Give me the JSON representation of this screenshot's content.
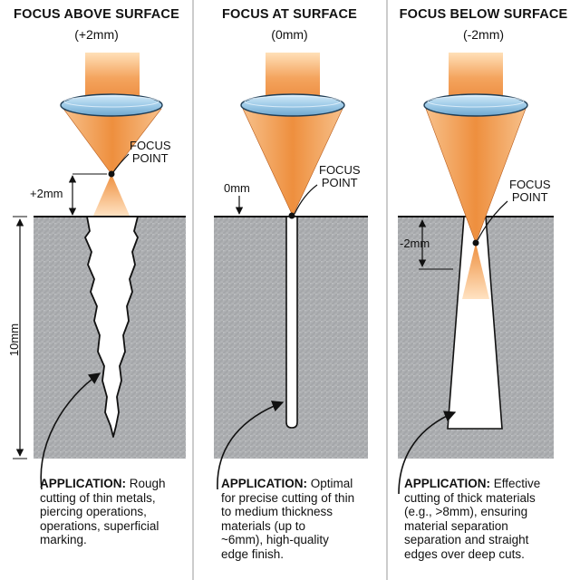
{
  "panels": [
    {
      "title": "FOCUS ABOVE SURFACE",
      "subtitle": "(+2mm)",
      "focus_label_line1": "FOCUS",
      "focus_label_line2": "POINT",
      "offset_label": "+2mm",
      "depth_label": "10mm",
      "application_heading": "APPLICATION:",
      "application_lines": [
        "Rough",
        "cutting of thin metals,",
        "piercing operations,",
        "operations, superficial",
        "marking."
      ]
    },
    {
      "title": "FOCUS AT SURFACE",
      "subtitle": "(0mm)",
      "focus_label_line1": "FOCUS",
      "focus_label_line2": "POINT",
      "offset_label": "0mm",
      "application_heading": "APPLICATION:",
      "application_lines": [
        "Optimal",
        "for precise cutting of thin",
        "to medium thickness",
        "materials (up to",
        "~6mm), high-quality",
        "edge finish."
      ]
    },
    {
      "title": "FOCUS BELOW SURFACE",
      "subtitle": "(-2mm)",
      "focus_label_line1": "FOCUS",
      "focus_label_line2": "POINT",
      "offset_label": "-2mm",
      "application_heading": "APPLICATION:",
      "application_lines": [
        "Effective",
        "cutting of thick materials",
        "(e.g., >8mm), ensuring",
        "material separation",
        "separation and straight",
        "edges over deep cuts."
      ]
    }
  ],
  "colors": {
    "beam": "#f0a35a",
    "beam_dark": "#e07a2a",
    "lens": "#9fc9e6",
    "material": "#a9abad",
    "outline": "#222222",
    "background": "#ffffff"
  },
  "icons": [
    "lens-icon",
    "laser-beam-icon",
    "focus-point-icon",
    "callout-arrow-icon",
    "dimension-arrow-icon"
  ]
}
